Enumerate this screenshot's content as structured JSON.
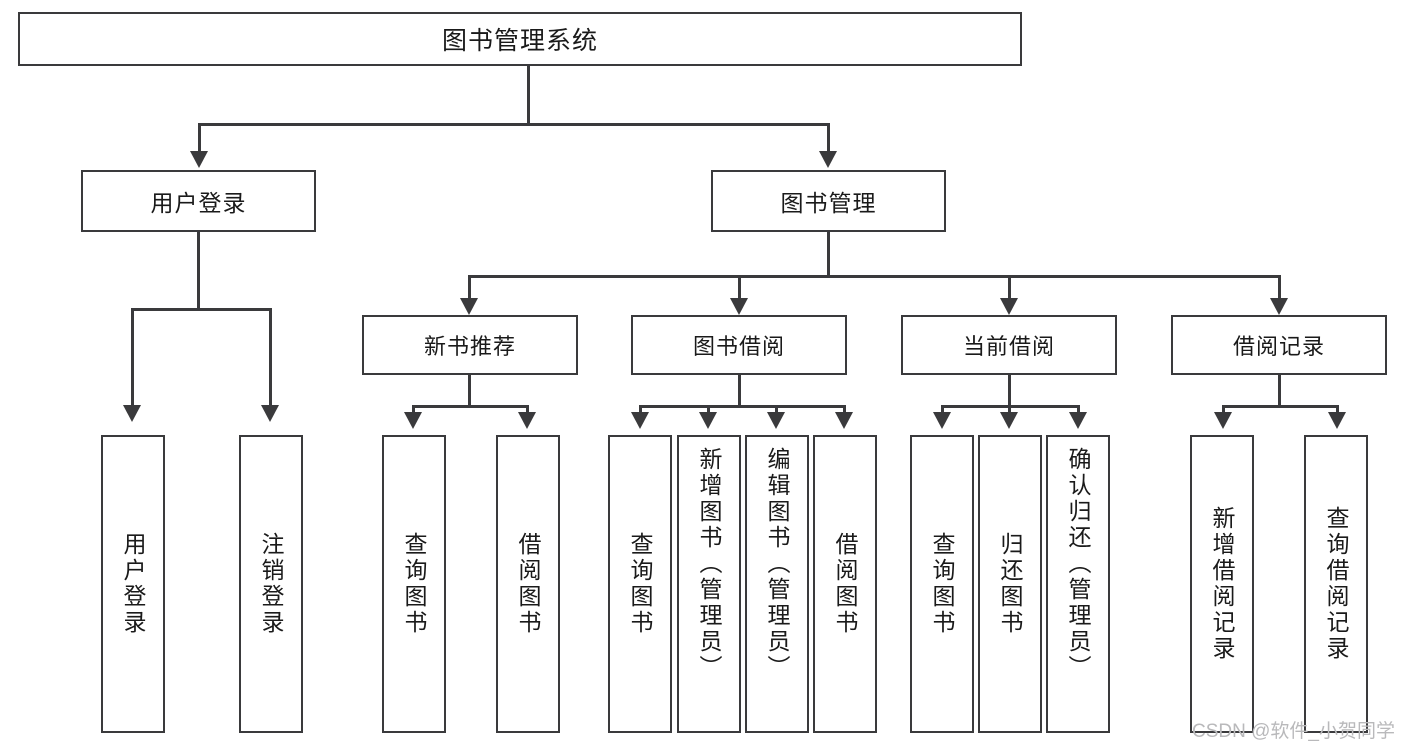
{
  "diagram": {
    "title": "图书管理系统",
    "root": {
      "label": "图书管理系统"
    },
    "level2": [
      {
        "label": "用户登录"
      },
      {
        "label": "图书管理"
      }
    ],
    "level3": [
      {
        "label": "新书推荐"
      },
      {
        "label": "图书借阅"
      },
      {
        "label": "当前借阅"
      },
      {
        "label": "借阅记录"
      }
    ],
    "leaves": [
      {
        "label": "用户登录"
      },
      {
        "label": "注销登录"
      },
      {
        "label": "查询图书"
      },
      {
        "label": "借阅图书"
      },
      {
        "label": "查询图书"
      },
      {
        "label": "新增图书（管理员）"
      },
      {
        "label": "编辑图书（管理员）"
      },
      {
        "label": "借阅图书"
      },
      {
        "label": "查询图书"
      },
      {
        "label": "归还图书"
      },
      {
        "label": "确认归还（管理员）"
      },
      {
        "label": "新增借阅记录"
      },
      {
        "label": "查询借阅记录"
      }
    ]
  },
  "watermark": {
    "text": "CSDN @软件_小贺同学"
  },
  "colors": {
    "border": "#3a3a3c",
    "background": "#ffffff",
    "text": "#1a1a1a",
    "watermark": "#b9b9bb"
  }
}
